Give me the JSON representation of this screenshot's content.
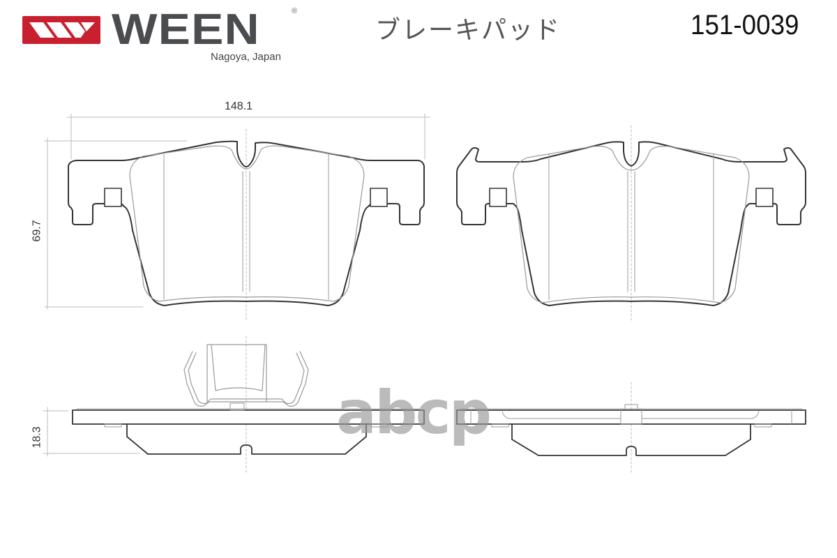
{
  "header": {
    "brand_name": "WEEN",
    "registered_mark": "®",
    "tagline": "Nagoya, Japan",
    "product_type_jp": "ブレーキパッド",
    "part_number": "151-0039",
    "brand_color": "#c8202e",
    "brand_text_color": "#4a4c4f"
  },
  "drawing": {
    "views": [
      {
        "name": "front-view-pad-with-wear-indicator",
        "description": "Brake pad outline (front view, left)"
      },
      {
        "name": "front-view-pad-outer",
        "description": "Brake pad outline (front view, right)"
      },
      {
        "name": "side-view-pad-with-clip",
        "description": "Brake pad side profile with spring clip"
      },
      {
        "name": "side-view-pad-outer",
        "description": "Brake pad side profile (right)"
      }
    ],
    "dimensions": {
      "width": "148.1",
      "height": "69.7",
      "thickness": "18.3"
    }
  },
  "watermark": {
    "text": "abcp"
  }
}
